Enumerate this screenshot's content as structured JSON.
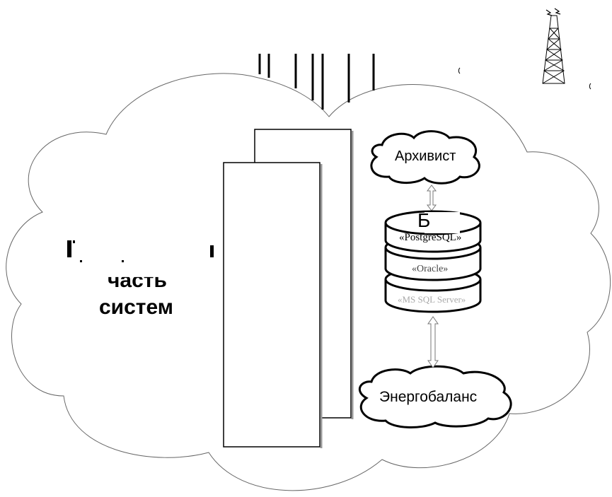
{
  "diagram": {
    "left_label_lines": [
      "часть",
      "систем"
    ],
    "archivist": "Архивист",
    "energy_balance": "Энергобаланс",
    "db": {
      "title": "Б",
      "layers": [
        "«PostgreSQL»",
        "«Oracle»",
        "«MS SQL Server»"
      ]
    },
    "colors": {
      "line": "#000000",
      "background": "#ffffff"
    }
  }
}
